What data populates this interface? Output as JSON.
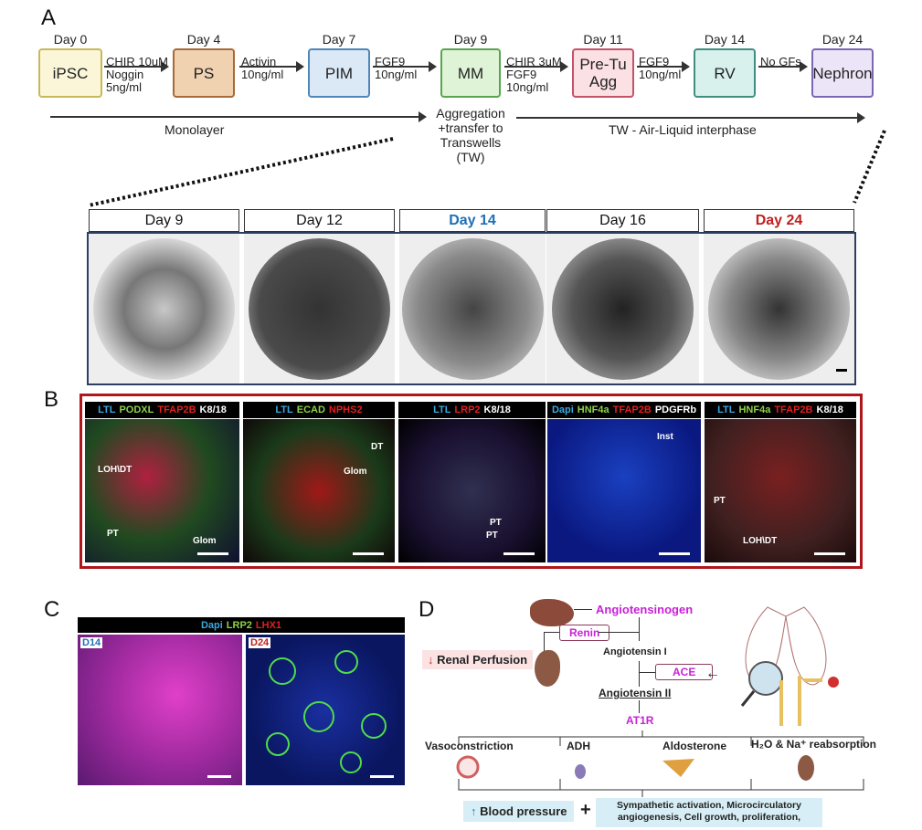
{
  "panelA": {
    "label": "A",
    "stages": [
      {
        "day": "Day 0",
        "name": "iPSC",
        "fill": "#fbf6d8",
        "border": "#c9b85a"
      },
      {
        "day": "Day 4",
        "name": "PS",
        "fill": "#f1d2b0",
        "border": "#a86a3a"
      },
      {
        "day": "Day 7",
        "name": "PIM",
        "fill": "#dbe9f7",
        "border": "#4f86b8"
      },
      {
        "day": "Day 9",
        "name": "MM",
        "fill": "#dff3d6",
        "border": "#5aa450"
      },
      {
        "day": "Day 11",
        "name": "Pre-Tu Agg",
        "fill": "#fbe0e4",
        "border": "#c4536a"
      },
      {
        "day": "Day 14",
        "name": "RV",
        "fill": "#d8f1ec",
        "border": "#3f8f80"
      },
      {
        "day": "Day 24",
        "name": "Nephron",
        "fill": "#ece5f8",
        "border": "#7b66b3"
      }
    ],
    "reagents": [
      "CHIR 10uM\nNoggin\n5ng/ml",
      "Activin\n10ng/ml",
      "FGF9\n10ng/ml",
      "CHIR 3uM\nFGF9\n10ng/ml",
      "FGF9\n10ng/ml",
      "No GFs"
    ],
    "phase1": "Monolayer",
    "phase_mid": "Aggregation\n+transfer to\nTranswells\n(TW)",
    "phase2": "TW - Air-Liquid interphase",
    "timepoints": [
      {
        "label": "Day 9",
        "color": "#111"
      },
      {
        "label": "Day 12",
        "color": "#111"
      },
      {
        "label": "Day 14",
        "color": "#1f6fb4"
      },
      {
        "label": "Day 16",
        "color": "#111"
      },
      {
        "label": "Day 24",
        "color": "#c0201e"
      }
    ]
  },
  "panelB": {
    "label": "B",
    "headers": [
      [
        [
          "LTL",
          "c-ltl"
        ],
        [
          "PODXL",
          "c-g"
        ],
        [
          "TFAP2B",
          "c-r"
        ],
        [
          "K8/18",
          "c-w"
        ]
      ],
      [
        [
          "LTL",
          "c-ltl"
        ],
        [
          "ECAD",
          "c-g"
        ],
        [
          "NPHS2",
          "c-r"
        ]
      ],
      [
        [
          "LTL",
          "c-ltl"
        ],
        [
          "LRP2",
          "c-r"
        ],
        [
          "K8/18",
          "c-w"
        ]
      ],
      [
        [
          "Dapi",
          "c-ltl"
        ],
        [
          "HNF4a",
          "c-g"
        ],
        [
          "TFAP2B",
          "c-r"
        ],
        [
          "PDGFRb",
          "c-w"
        ]
      ],
      [
        [
          "LTL",
          "c-ltl"
        ],
        [
          "HNF4a",
          "c-g"
        ],
        [
          "TFAP2B",
          "c-r"
        ],
        [
          "K8/18",
          "c-w"
        ]
      ]
    ],
    "annotations": [
      "LOH\\DT",
      "PT",
      "Glom",
      "DT",
      "Glom",
      "PT",
      "PT",
      "Inst",
      "PT",
      "LOH\\DT"
    ]
  },
  "panelC": {
    "label": "C",
    "stain": [
      [
        "Dapi",
        "c-ltl"
      ],
      [
        "LRP2",
        "c-g"
      ],
      [
        "LHX1",
        "c-r"
      ]
    ],
    "left": "D14",
    "right": "D24"
  },
  "panelD": {
    "label": "D",
    "angiotensinogen": "Angiotensinogen",
    "renin": "Renin",
    "ang1": "Angiotensin I",
    "ace": "ACE",
    "ang2": "Angiotensin II",
    "at1r": "AT1R",
    "renal": "Renal Perfusion",
    "down": "↓",
    "effects": [
      "Vasoconstriction",
      "ADH",
      "Aldosterone",
      "H₂O & Na⁺ reabsorption"
    ],
    "up": "↑",
    "bp": "Blood pressure",
    "plus": "+",
    "other": "Sympathetic activation, Microcirculatory angiogenesis, Cell growth, proliferation,"
  }
}
